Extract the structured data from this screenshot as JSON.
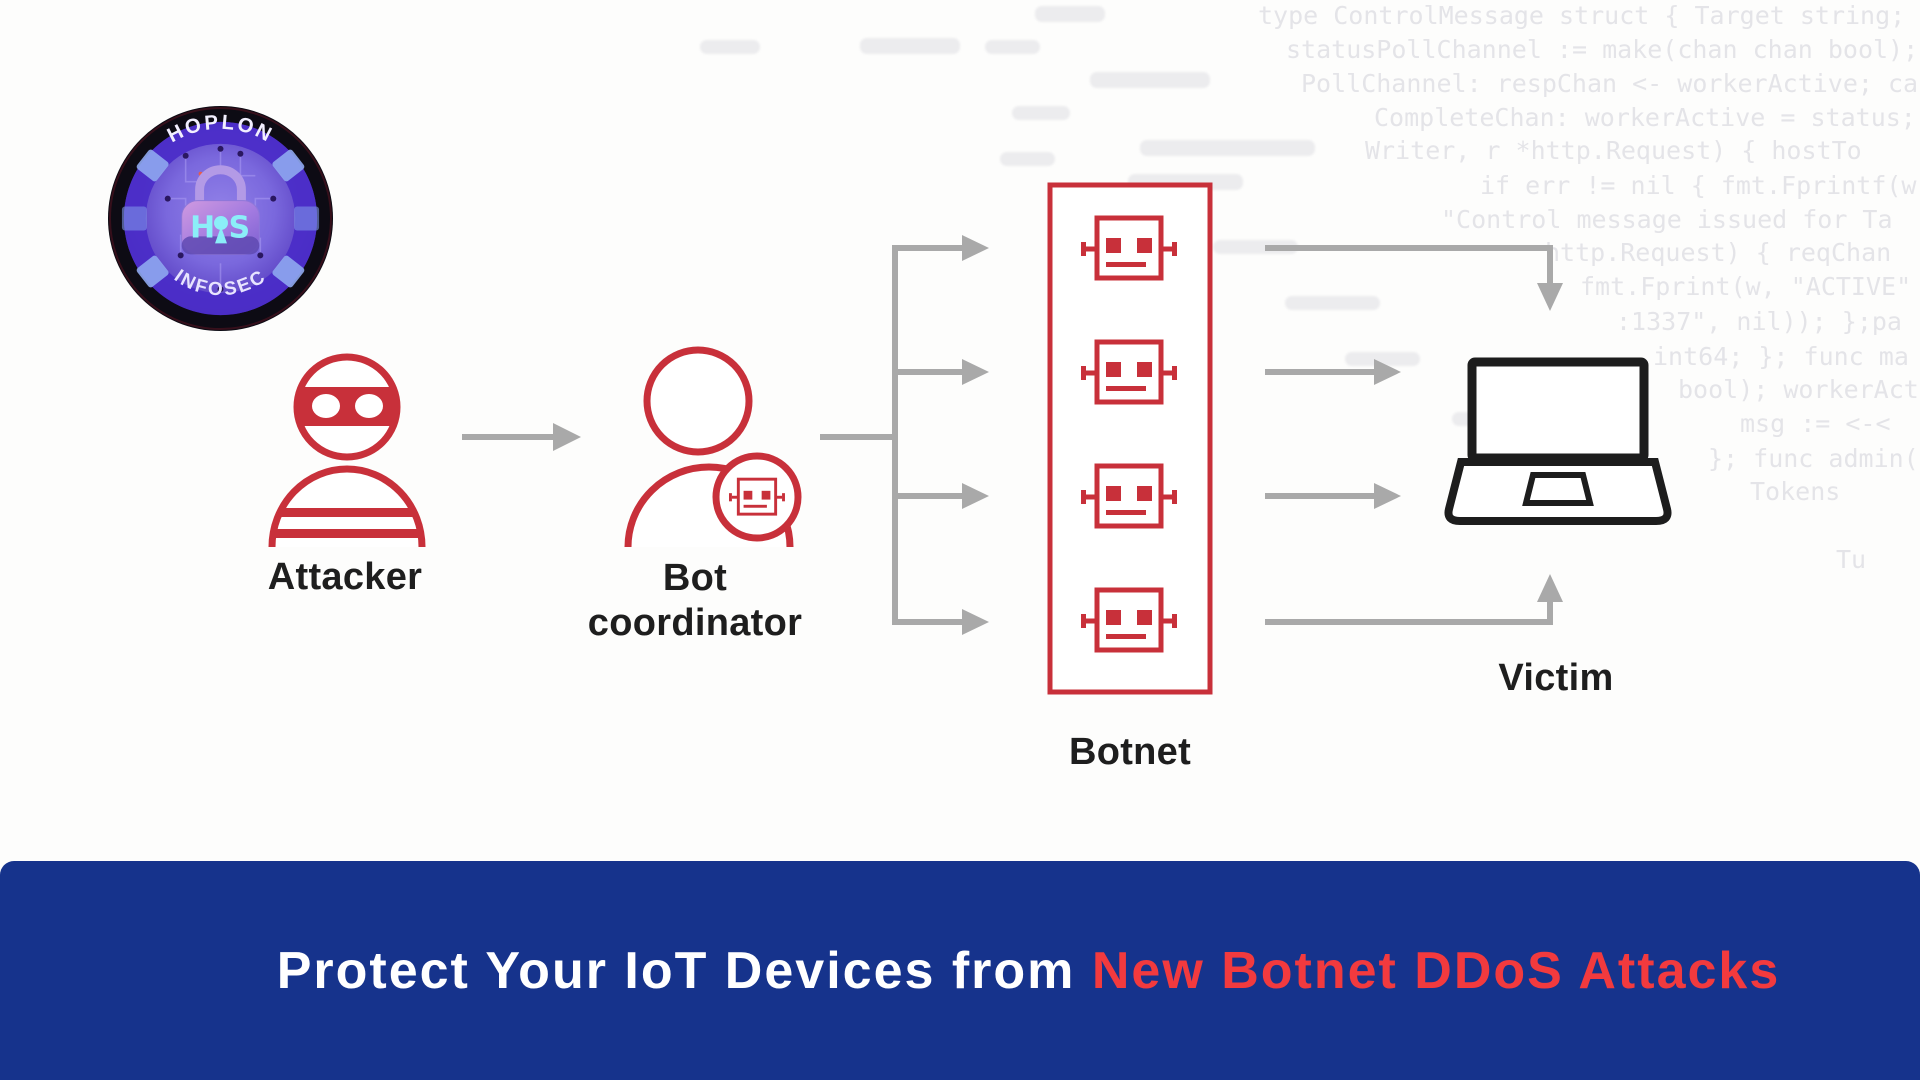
{
  "page": {
    "type": "botnet-ddos-infographic",
    "background": "#fdfdfc"
  },
  "logo": {
    "arc_top_text": "HOPLON",
    "arc_bottom_text": "INFOSEC",
    "monogram_left": "H",
    "monogram_right": "S",
    "monogram_middle_icon": "keyhole-icon"
  },
  "diagram": {
    "nodes": {
      "attacker": {
        "label": "Attacker",
        "icon": "masked-attacker-icon"
      },
      "bot_coordinator": {
        "label_line1": "Bot",
        "label_line2": "coordinator",
        "icon": "person-with-bot-badge-icon"
      },
      "botnet": {
        "label": "Botnet",
        "icon": "robot-face-icon",
        "bot_count": 4
      },
      "victim": {
        "label": "Victim",
        "icon": "laptop-icon"
      }
    }
  },
  "background_code": {
    "lines": [
      "type ControlMessage struct { Target string; Co",
      "statusPollChannel := make(chan chan bool); w",
      "PollChannel: respChan <- workerActive; case",
      "CompleteChan: workerActive = status;",
      "Writer, r *http.Request) { hostTo",
      "if err != nil { fmt.Fprintf(w,",
      "\"Control message issued for Ta",
      "http.Request) { reqChan",
      "fmt.Fprint(w, \"ACTIVE\"",
      ":1337\", nil)); };pa",
      "int64; }; func ma",
      "bool); workerAct",
      "msg := <-<",
      "}; func admin(",
      "Tokens",
      "Tu"
    ]
  },
  "banner": {
    "text_white": "Protect Your IoT Devices from ",
    "text_red": "New Botnet DDoS Attacks"
  },
  "colors": {
    "icon_red": "#c8303a",
    "arrow_gray": "#a9a9a9",
    "banner_blue": "#16338c",
    "banner_red": "#f23a3e",
    "laptop_black": "#1d1d1d",
    "label_dark": "#1e1e1e",
    "code_gray": "#e4e4e8"
  }
}
